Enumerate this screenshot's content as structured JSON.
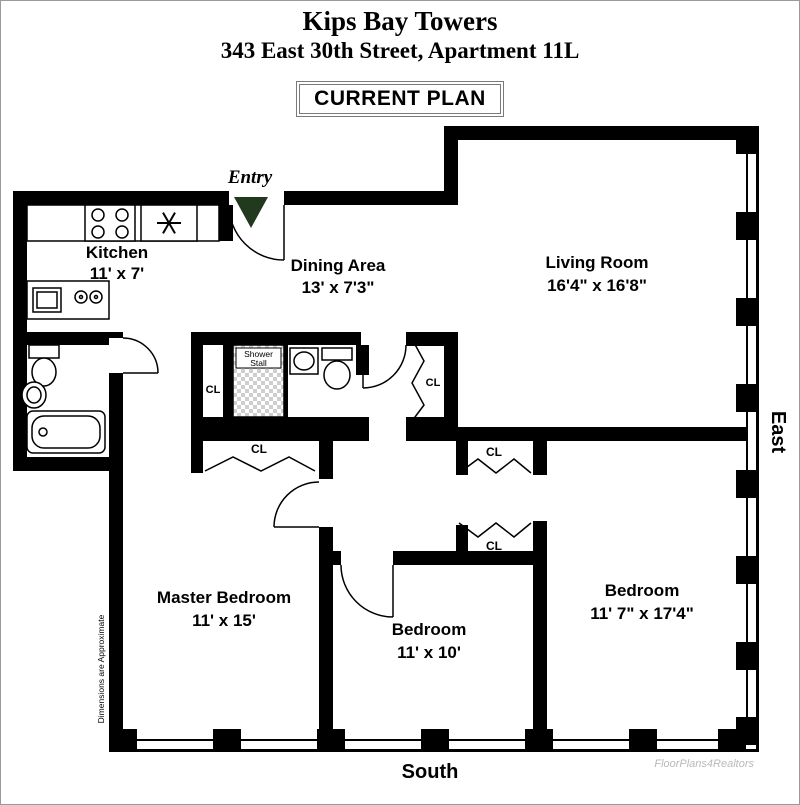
{
  "header": {
    "title": "Kips Bay Towers",
    "subtitle": "343 East 30th Street, Apartment 11L",
    "plan_label": "CURRENT PLAN"
  },
  "rooms": {
    "kitchen": {
      "name": "Kitchen",
      "dims": "11' x 7'"
    },
    "dining_area": {
      "name": "Dining Area",
      "dims": "13' x 7'3\""
    },
    "living_room": {
      "name": "Living Room",
      "dims": "16'4\" x 16'8\""
    },
    "master_bedroom": {
      "name": "Master Bedroom",
      "dims": "11' x 15'"
    },
    "bedroom_center": {
      "name": "Bedroom",
      "dims": "11' x 10'"
    },
    "bedroom_right": {
      "name": "Bedroom",
      "dims": "11' 7\" x 17'4\""
    }
  },
  "labels": {
    "entry": "Entry",
    "closet": "CL",
    "shower_line1": "Shower",
    "shower_line2": "Stall",
    "east": "East",
    "south": "South",
    "disclaimer": "Dimensions are Approximate",
    "watermark": "FloorPlans4Realtors"
  },
  "colors": {
    "wall": "#000000",
    "entry_marker": "#21391d",
    "tile": "#cfcfcf",
    "watermark_text": "#b9b9b9"
  }
}
